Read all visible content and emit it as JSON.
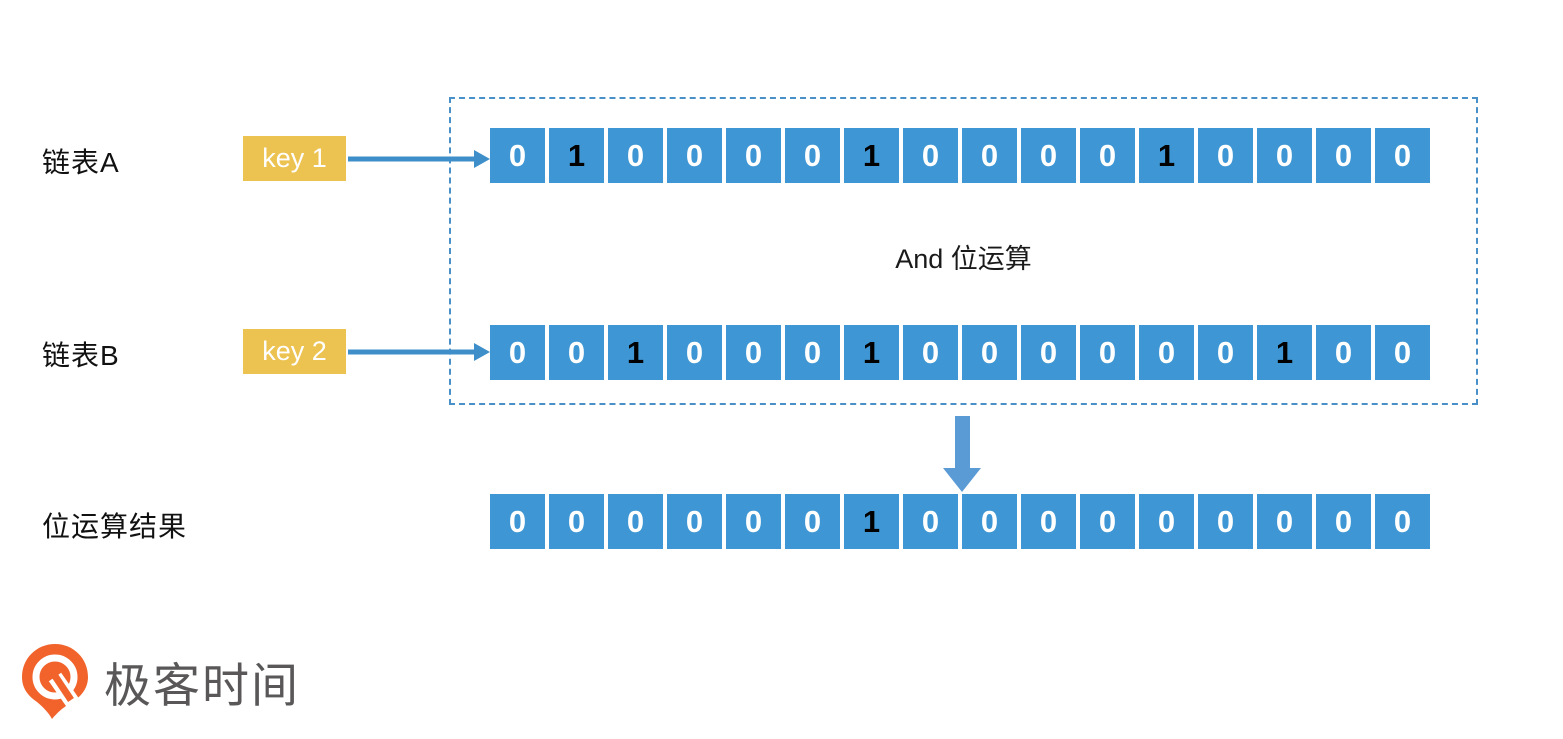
{
  "diagram": {
    "row_a": {
      "label": "链表A",
      "key_label": "key 1",
      "bits": [
        0,
        1,
        0,
        0,
        0,
        0,
        1,
        0,
        0,
        0,
        0,
        1,
        0,
        0,
        0,
        0
      ]
    },
    "row_b": {
      "label": "链表B",
      "key_label": "key 2",
      "bits": [
        0,
        0,
        1,
        0,
        0,
        0,
        1,
        0,
        0,
        0,
        0,
        0,
        0,
        1,
        0,
        0
      ]
    },
    "operation_label": "And 位运算",
    "result": {
      "label": "位运算结果",
      "bits": [
        0,
        0,
        0,
        0,
        0,
        0,
        1,
        0,
        0,
        0,
        0,
        0,
        0,
        0,
        0,
        0
      ]
    },
    "colors": {
      "cell_blue": "#3E97D4",
      "key_yellow": "#ECC250",
      "arrow_blue": "#3E8FC9",
      "block_arrow_blue": "#5B9BD5",
      "dashed_border": "#4A90C8",
      "bit_one_text": "#000000",
      "bit_zero_text": "#FFFFFF",
      "logo_orange": "#F2632B",
      "logo_text_gray": "#595757"
    }
  },
  "logo": {
    "text": "极客时间"
  }
}
